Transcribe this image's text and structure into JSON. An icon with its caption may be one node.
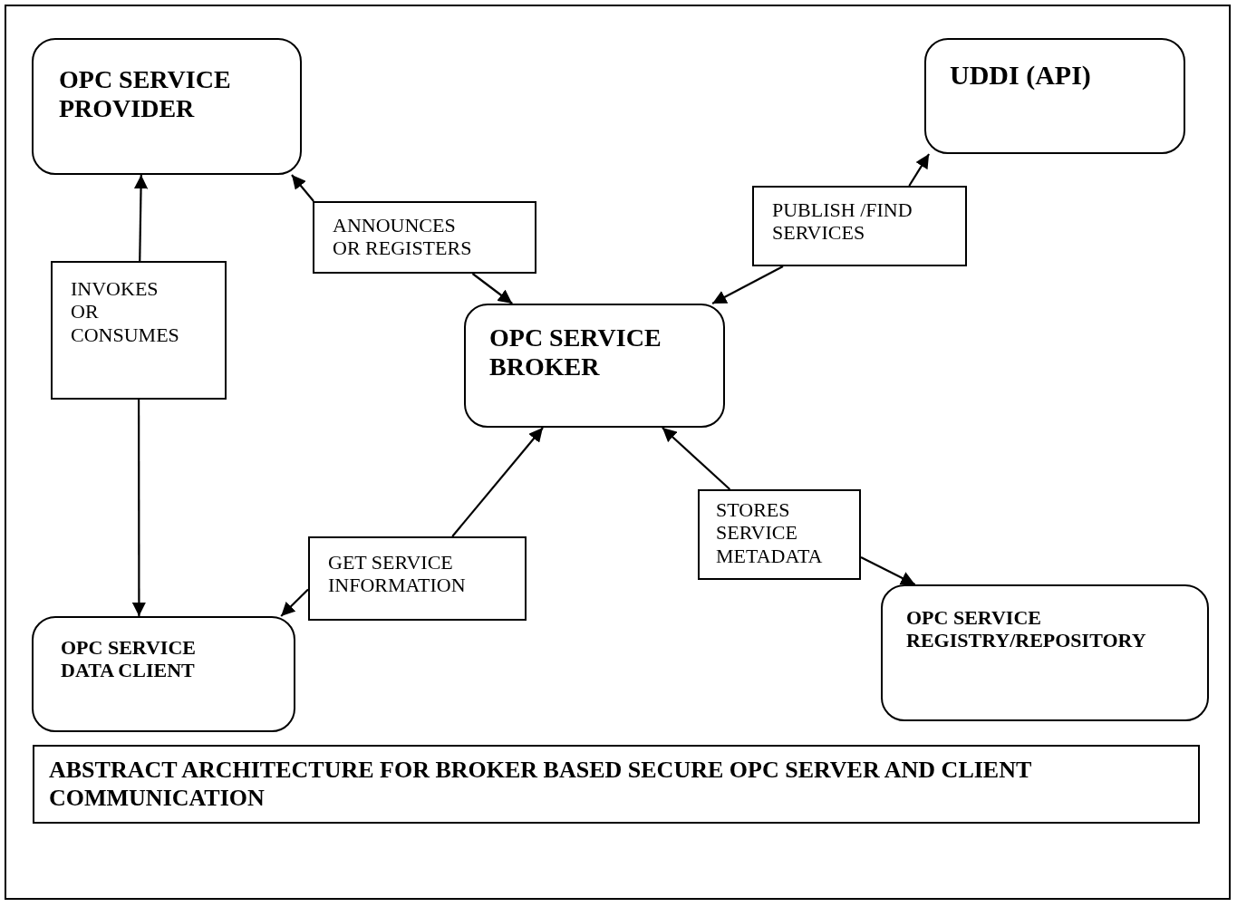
{
  "diagram": {
    "caption": "ABSTRACT ARCHITECTURE FOR BROKER BASED SECURE OPC SERVER AND CLIENT COMMUNICATION",
    "nodes": [
      {
        "text": [
          "OPC SERVICE PROVIDER"
        ]
      },
      {
        "text": [
          "UDDI (API)"
        ]
      },
      {
        "text": [
          "ANNOUNCES OR REGISTERS"
        ]
      },
      {
        "text": [
          "PUBLISH /FIND SERVICES"
        ]
      },
      {
        "text": [
          "INVOKES OR CONSUMES"
        ]
      },
      {
        "text": [
          "OPC SERVICE BROKER"
        ]
      },
      {
        "text": [
          "GET SERVICE INFORMATION"
        ]
      },
      {
        "text": [
          "STORES SERVICE METADATA"
        ]
      },
      {
        "text": [
          "OPC SERVICE DATA CLIENT"
        ]
      },
      {
        "text": [
          "OPC SERVICE REGISTRY/REPOSITORY"
        ]
      }
    ],
    "edges": [
      {
        "from": 2,
        "to": 0,
        "arrow": "to"
      },
      {
        "from": 2,
        "to": 5,
        "arrow": "to"
      },
      {
        "from": 3,
        "to": 1,
        "arrow": "to"
      },
      {
        "from": 3,
        "to": 5,
        "arrow": "to"
      },
      {
        "from": 4,
        "to": 0,
        "arrow": "to"
      },
      {
        "from": 4,
        "to": 8,
        "arrow": "to"
      },
      {
        "from": 6,
        "to": 8,
        "arrow": "to"
      },
      {
        "from": 6,
        "to": 5,
        "arrow": "to"
      },
      {
        "from": 7,
        "to": 5,
        "arrow": "to"
      },
      {
        "from": 7,
        "to": 9,
        "arrow": "to"
      }
    ]
  }
}
